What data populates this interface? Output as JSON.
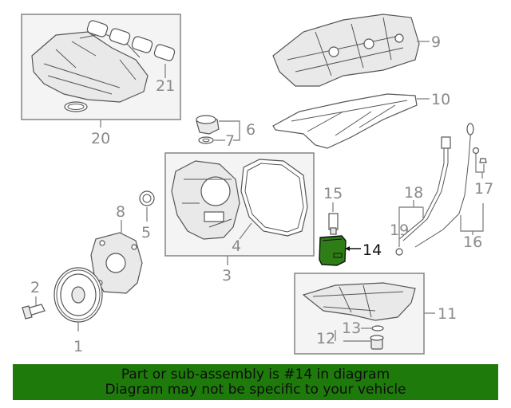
{
  "colors": {
    "highlight_part": "#2e7d16",
    "footer_bg": "#1f7a0c",
    "callout_gray": "#8a8a8a"
  },
  "callouts": {
    "c1": "1",
    "c2": "2",
    "c3": "3",
    "c4": "4",
    "c5": "5",
    "c6": "6",
    "c7": "7",
    "c8": "8",
    "c9": "9",
    "c10": "10",
    "c11": "11",
    "c12": "12",
    "c13": "13",
    "c14": "14",
    "c15": "15",
    "c16": "16",
    "c17": "17",
    "c18": "18",
    "c19": "19",
    "c20": "20",
    "c21": "21"
  },
  "footer": {
    "line1": "Part or sub-assembly is #14 in diagram",
    "line2": "Diagram may not be specific to your vehicle"
  }
}
